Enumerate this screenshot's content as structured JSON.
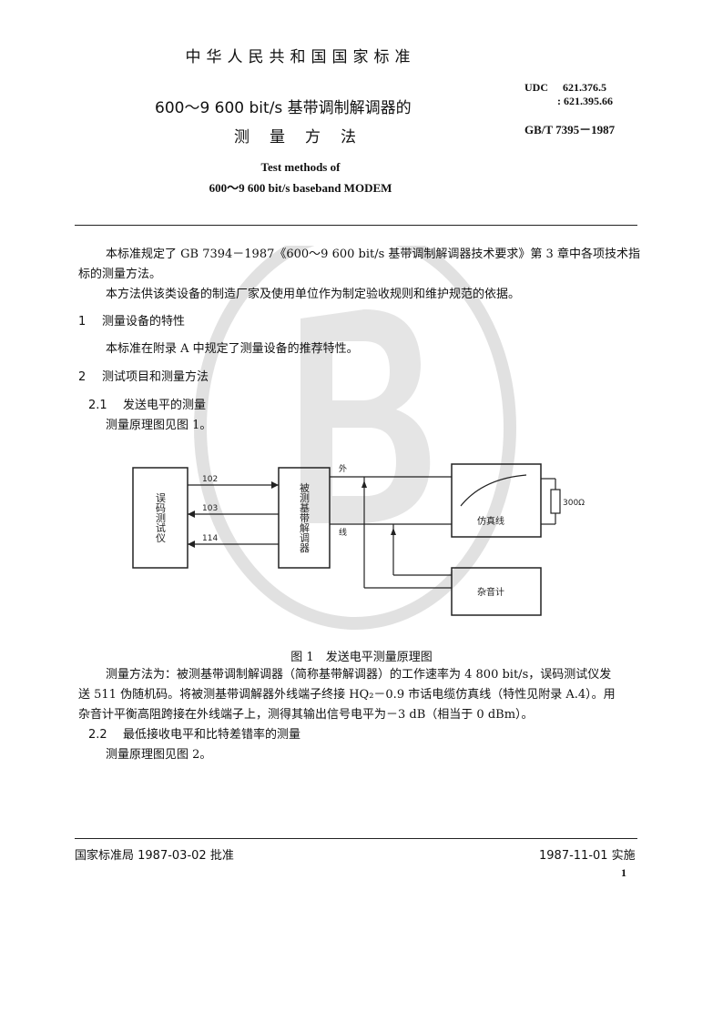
{
  "header": {
    "org": "中华人民共和国国家标准",
    "title_line1": "600～9 600 bit/s 基带调制解调器的",
    "title_line2": "测量方法",
    "title_en_line1": "Test methods of",
    "title_en_line2": "600～9 600 bit/s baseband MODEM",
    "udc_label": "UDC",
    "udc_line1": "621.376.5",
    "udc_line2": ": 621.395.66",
    "standard_no": "GB/T 7395－1987"
  },
  "body": {
    "intro_p1a": "本标准规定了 GB 7394－1987《600～9 600 bit/s 基带调制解调器技术要求》第 3 章中各项技术指",
    "intro_p1b": "标的测量方法。",
    "intro_p2": "本方法供该类设备的制造厂家及使用单位作为制定验收规则和维护规范的依据。",
    "s1_num": "1",
    "s1_title": "测量设备的特性",
    "s1_text": "本标准在附录 A 中规定了测量设备的推荐特性。",
    "s2_num": "2",
    "s2_title": "测试项目和测量方法",
    "s21_num": "2.1",
    "s21_title": "发送电平的测量",
    "s21_text": "测量原理图见图 1。",
    "method_l1": "测量方法为：被测基带调制解调器（简称基带解调器）的工作速率为 4 800 bit/s，误码测试仪发",
    "method_l2": "送 511 伪随机码。将被测基带调解器外线端子终接 HQ₂－0.9 市话电缆仿真线（特性见附录 A.4）。用",
    "method_l3": "杂音计平衡高阻跨接在外线端子上，测得其输出信号电平为－3 dB（相当于 0 dBm）。",
    "s22_num": "2.2",
    "s22_title": "最低接收电平和比特差错率的测量",
    "s22_text": "测量原理图见图 2。"
  },
  "figure1": {
    "box_tester": "误码测试仪",
    "box_dut": "被测基带解调器",
    "box_line": "仿真线",
    "box_meter": "杂音计",
    "sig_102": "102",
    "sig_103": "103",
    "sig_114": "114",
    "ext_label": "外",
    "line_label": "线",
    "resistor": "300Ω",
    "caption": "图 1　发送电平测量原理图"
  },
  "footer": {
    "left": "国家标准局 1987-03-02 批准",
    "right": "1987-11-01 实施",
    "page": "1"
  }
}
